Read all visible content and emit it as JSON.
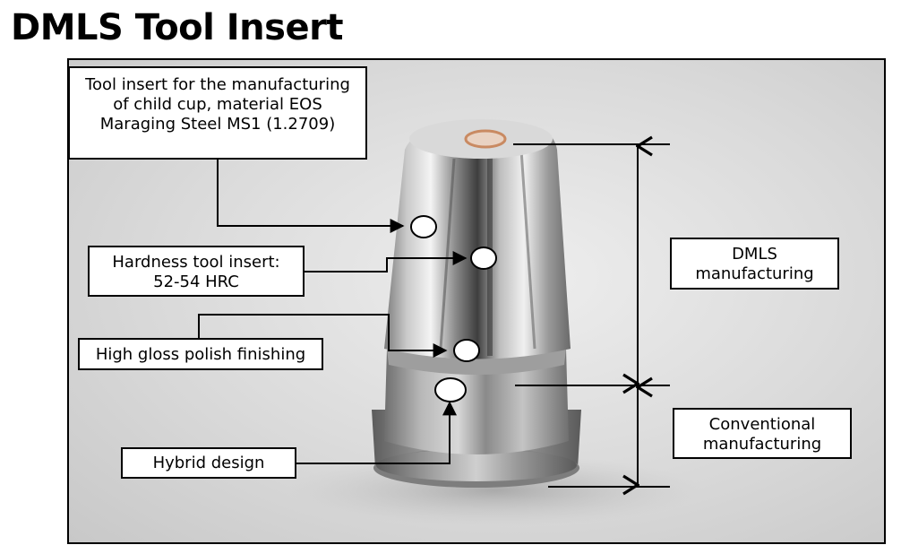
{
  "title": "DMLS Tool Insert",
  "callouts": {
    "material": {
      "line1": "Tool insert for the manufacturing",
      "line2": "of child cup, material EOS",
      "line3": "Maraging Steel MS1 (1.2709)"
    },
    "hardness": {
      "line1": "Hardness tool insert:",
      "line2": "52-54 HRC"
    },
    "polish": {
      "line1": "High gloss polish finishing"
    },
    "hybrid": {
      "line1": "Hybrid design"
    },
    "dmls": {
      "line1": "DMLS",
      "line2": "manufacturing"
    },
    "conventional": {
      "line1": "Conventional",
      "line2": "manufacturing"
    }
  }
}
